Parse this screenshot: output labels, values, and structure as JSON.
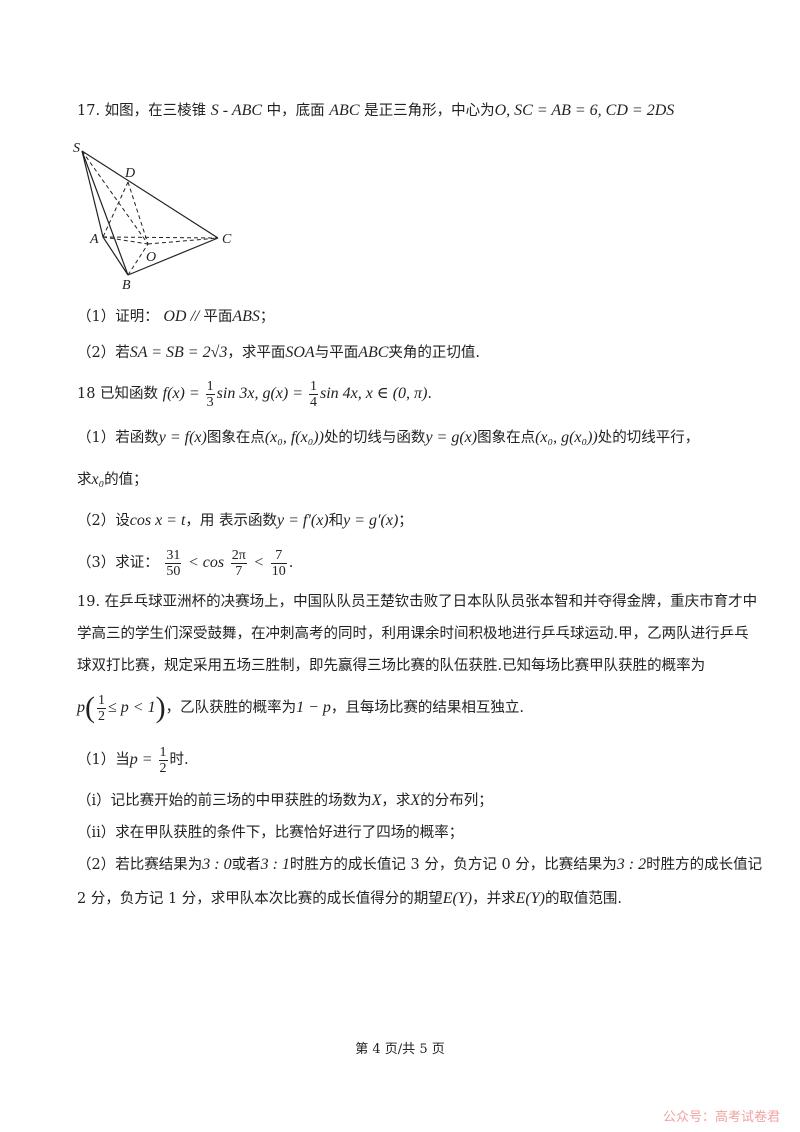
{
  "q17": {
    "stem_a": "17. 如图，在三棱锥",
    "pyramid": "S - ABC",
    "stem_b": "中，底面",
    "base": "ABC",
    "stem_c": "是正三角形，中心为",
    "cond": "O, SC = AB = 6, CD = 2DS",
    "labels": {
      "S": "S",
      "D": "D",
      "A": "A",
      "O": "O",
      "C": "C",
      "B": "B"
    },
    "p1_prefix": "（1）证明：",
    "p1_math": "OD // ",
    "p1_text": "平面",
    "p1_plane": "ABS",
    "p1_end": "；",
    "p2_prefix": "（2）若",
    "p2_math": "SA = SB = 2√3",
    "p2_mid": "，求平面",
    "p2_plane1": "SOA",
    "p2_mid2": "与平面",
    "p2_plane2": "ABC",
    "p2_end": "夹角的正切值."
  },
  "q18": {
    "stem_a": "18   已知函数",
    "f_def_a": "f(x) = ",
    "f_num": "1",
    "f_den": "3",
    "f_def_b": "sin 3x, g(x) = ",
    "g_num": "1",
    "g_den": "4",
    "g_def_b": "sin 4x, x ∈ (0, π)",
    "stem_end": ".",
    "p1_a": "（1）若函数",
    "p1_fx": "y = f(x)",
    "p1_b": "图象在点",
    "p1_pt1": "(x₀, f(x₀))",
    "p1_c": "处的切线与函数",
    "p1_gx": "y = g(x)",
    "p1_d": "图象在点",
    "p1_pt2": "(x₀, g(x₀))",
    "p1_e": "处的切线平行，",
    "p1_f": "求",
    "p1_x0": "x₀",
    "p1_g": "的值；",
    "p2_a": "（2）设",
    "p2_cos": "cos x = t",
    "p2_b": "，用  表示函数",
    "p2_fp": "y = f′(x)",
    "p2_c": "和",
    "p2_gp": "y = g′(x)",
    "p2_d": "；",
    "p3_a": "（3）求证：",
    "p3_n1": "31",
    "p3_d1": "50",
    "p3_mid": "< cos",
    "p3_n2": "2π",
    "p3_d2": "7",
    "p3_lt": "<",
    "p3_n3": "7",
    "p3_d3": "10",
    "p3_end": "."
  },
  "q19": {
    "l1": "19. 在乒乓球亚洲杯的决赛场上，中国队队员王楚钦击败了日本队队员张本智和并夺得金牌，重庆市育才中",
    "l2": "学高三的学生们深受鼓舞，在冲刺高考的同时，利用课余时间积极地进行乒乓球运动.甲，乙两队进行乒乓",
    "l3": "球双打比赛，规定采用五场三胜制，即先赢得三场比赛的队伍获胜.已知每场比赛甲队获胜的概率为",
    "l4_p": "p",
    "l4_num": "1",
    "l4_den": "2",
    "l4_ineq": "≤ p < 1",
    "l4_a": "，乙队获胜的概率为",
    "l4_q": "1 − p",
    "l4_b": "，且每场比赛的结果相互独立.",
    "p1_a": "（1）当",
    "p1_p": "p = ",
    "p1_num": "1",
    "p1_den": "2",
    "p1_b": "时.",
    "i_a": "（i）记比赛开始的前三场的中甲获胜的场数为",
    "i_x": "X",
    "i_b": "，求",
    "i_x2": "X",
    "i_c": "的分布列；",
    "ii": "（ii）求在甲队获胜的条件下，比赛恰好进行了四场的概率；",
    "p2_a": "（2）若比赛结果为",
    "p2_s1": "3 : 0",
    "p2_b": "或者",
    "p2_s2": "3 : 1",
    "p2_c": "时胜方的成长值记 3 分，负方记 0 分，比赛结果为",
    "p2_s3": "3 : 2",
    "p2_d": "时胜方的成长值记",
    "p2_e": "2 分，负方记 1 分，求甲队本次比赛的成长值得分的期望",
    "p2_ey": "E(Y)",
    "p2_f": "，并求",
    "p2_ey2": "E(Y)",
    "p2_g": "的取值范围."
  },
  "footer": "第 4 页/共 5 页",
  "watermark": "公众号：高考试卷君"
}
